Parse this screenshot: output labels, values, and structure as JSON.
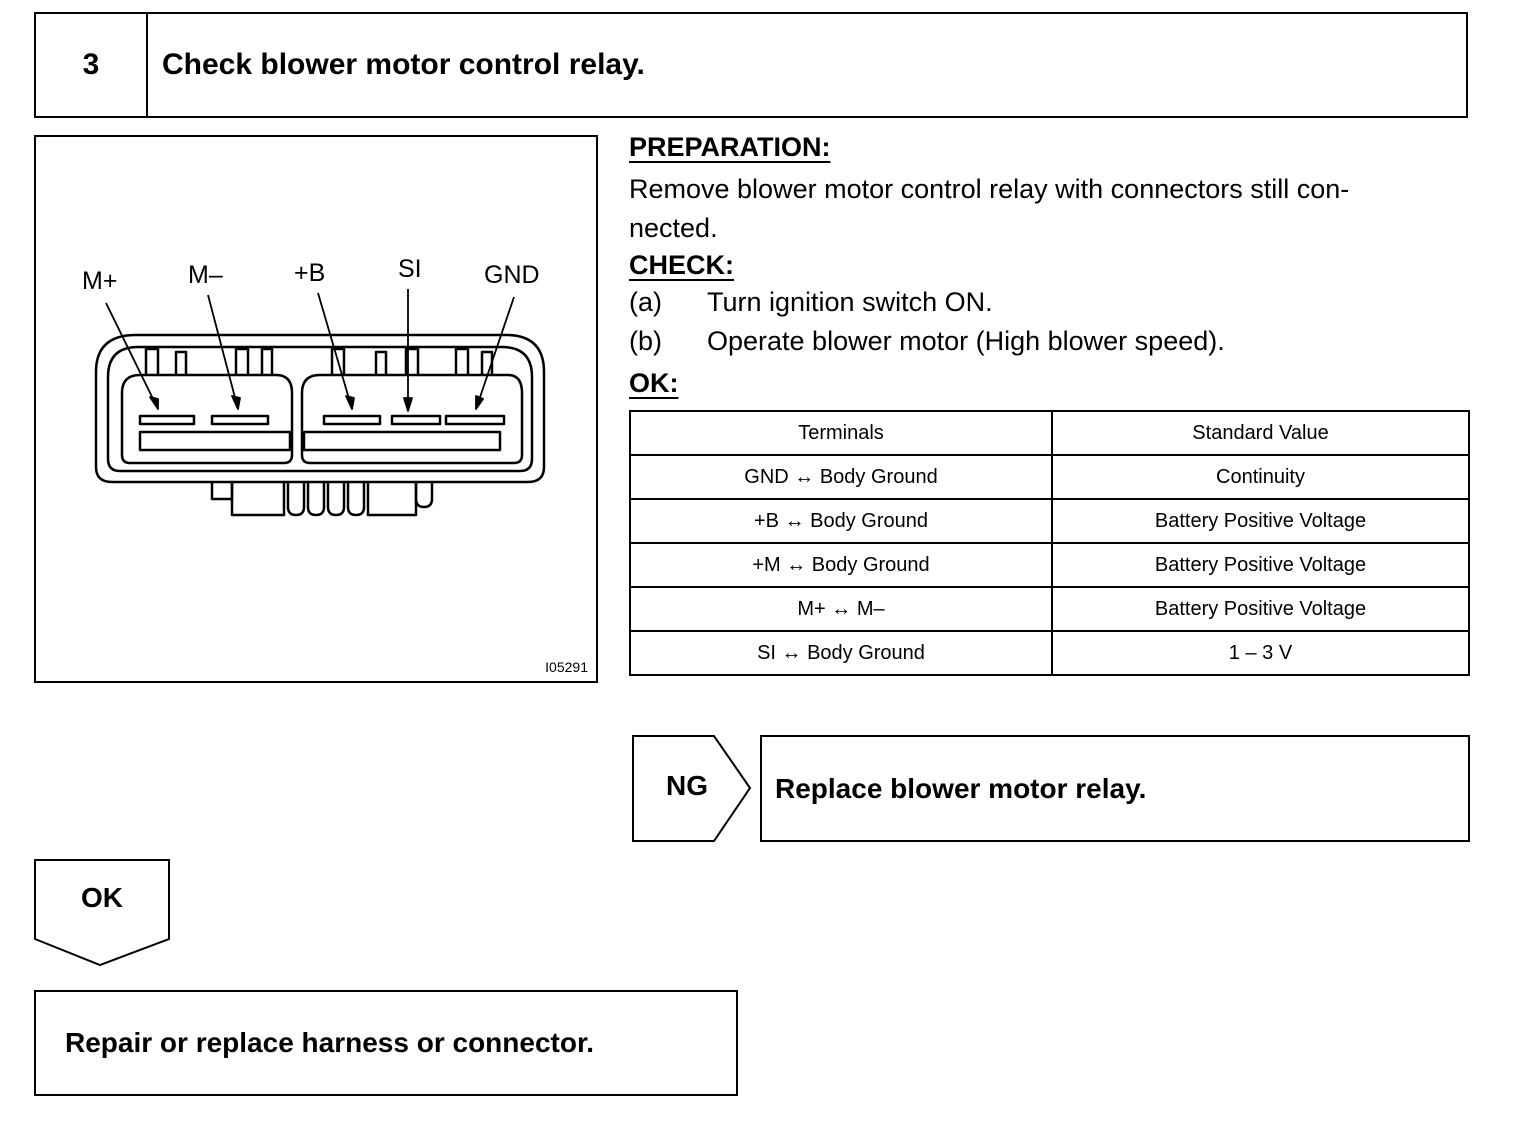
{
  "step": {
    "number": "3",
    "title": "Check blower motor control relay."
  },
  "diagram": {
    "pin_labels": [
      "M+",
      "M–",
      "+B",
      "SI",
      "GND"
    ],
    "figure_code": "I05291"
  },
  "preparation": {
    "heading": "PREPARATION:",
    "text": "Remove blower motor control relay with connectors still con-nected."
  },
  "check": {
    "heading": "CHECK:",
    "steps": [
      {
        "letter": "(a)",
        "text": "Turn ignition switch ON."
      },
      {
        "letter": "(b)",
        "text": "Operate blower motor (High blower speed)."
      }
    ]
  },
  "ok_spec": {
    "heading": "OK:",
    "headers": [
      "Terminals",
      "Standard Value"
    ],
    "rows": [
      [
        "GND ↔ Body Ground",
        "Continuity"
      ],
      [
        "+B ↔ Body Ground",
        "Battery Positive Voltage"
      ],
      [
        "+M ↔ Body Ground",
        "Battery Positive Voltage"
      ],
      [
        "M+ ↔ M–",
        "Battery Positive Voltage"
      ],
      [
        "SI ↔ Body Ground",
        "1 – 3 V"
      ]
    ]
  },
  "results": {
    "ng": {
      "label": "NG",
      "action": "Replace blower motor relay."
    },
    "ok": {
      "label": "OK",
      "action": "Repair or replace harness or connector."
    }
  }
}
